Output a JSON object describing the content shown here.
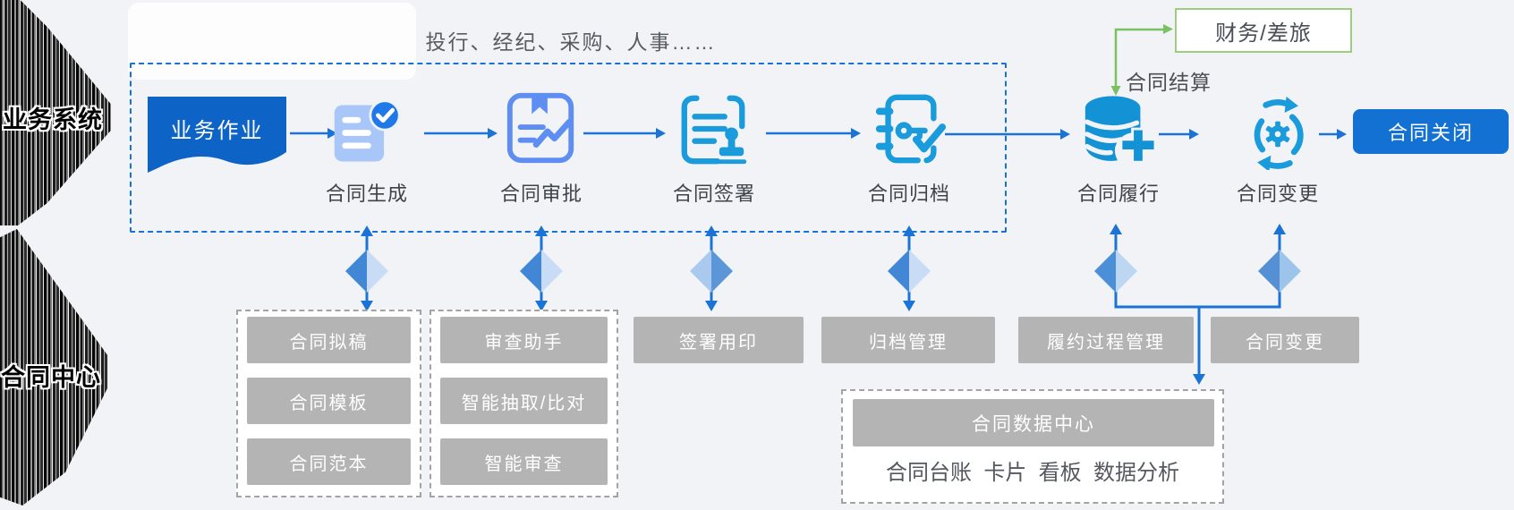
{
  "banners": {
    "business_system": "业务系统",
    "contract_center": "合同中心"
  },
  "caption": "投行、经纪、采购、人事……",
  "flow": {
    "start_label": "业务作业",
    "steps": [
      "合同生成",
      "合同审批",
      "合同签署",
      "合同归档",
      "合同履行",
      "合同变更"
    ],
    "end_label": "合同关闭",
    "settlement_label": "合同结算",
    "settlement_target": "财务/差旅"
  },
  "modules": {
    "drafting": [
      "合同拟稿",
      "合同模板",
      "合同范本"
    ],
    "review": [
      "审查助手",
      "智能抽取/比对",
      "智能审查"
    ],
    "signing": "签署用印",
    "archiving": "归档管理",
    "performance": "履约过程管理",
    "change": "合同变更",
    "data_center_title": "合同数据中心",
    "data_center_features": "合同台账  卡片  看板  数据分析"
  },
  "colors": {
    "primary_blue": "#1472d8",
    "icon_cyan": "#1a9bdb",
    "icon_indigo": "#5f8ef2",
    "doc_light_blue": "#a9c6f8",
    "flag_blue": "#0d63c6",
    "button_blue": "#1271d3",
    "green": "#7cc064",
    "module_gray": "#b4b4b4",
    "diamond_dark": "#4187d6",
    "diamond_light": "#c8ddf5"
  }
}
